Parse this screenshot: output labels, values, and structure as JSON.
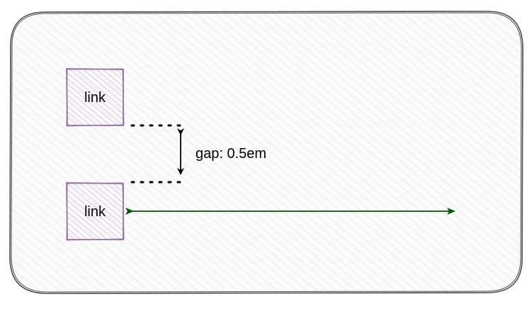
{
  "diagram": {
    "items": [
      {
        "label": "link"
      },
      {
        "label": "link"
      }
    ],
    "gap_annotation": "gap: 0.5em",
    "colors": {
      "container_stroke": "#4d4d4d",
      "container_hatch": "#d8d8d8",
      "item_stroke": "#9673a6",
      "item_hatch": "#c9a8d8",
      "gap_arrow": "#000000",
      "width_arrow": "#005700"
    }
  }
}
